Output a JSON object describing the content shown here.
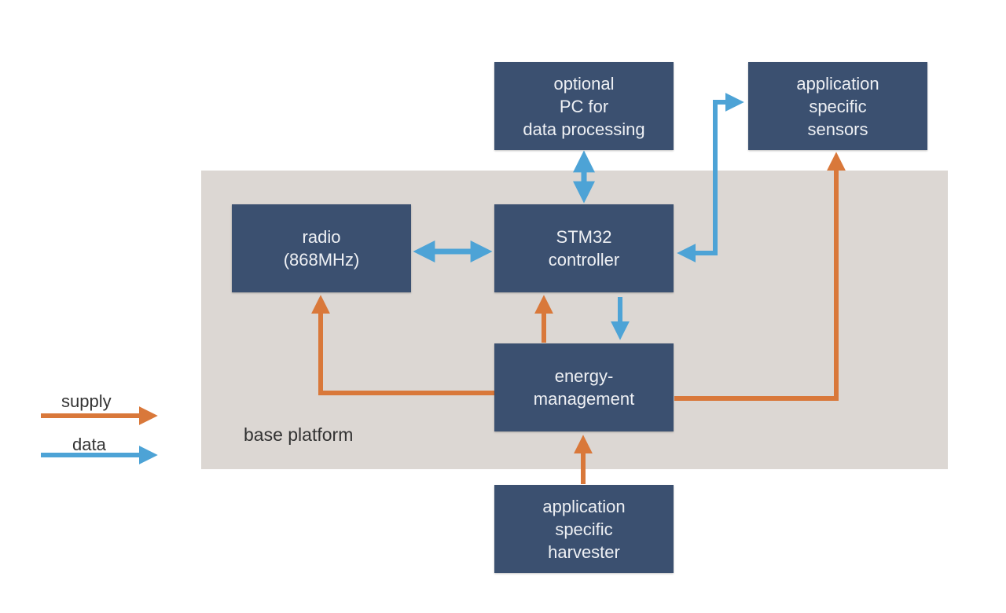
{
  "colors": {
    "supply": "#d9783a",
    "data": "#4da3d6",
    "box": "#3b5070",
    "platform": "#dcd7d3"
  },
  "platform": {
    "label": "base platform"
  },
  "blocks": {
    "pc": {
      "lines": [
        "optional",
        "PC for",
        "data processing"
      ]
    },
    "sensors": {
      "lines": [
        "application",
        "specific",
        "sensors"
      ]
    },
    "radio": {
      "lines": [
        "radio",
        "(868MHz)"
      ]
    },
    "controller": {
      "lines": [
        "STM32",
        "controller"
      ]
    },
    "energy": {
      "lines": [
        "energy-",
        "management"
      ]
    },
    "harvester": {
      "lines": [
        "application",
        "specific",
        "harvester"
      ]
    }
  },
  "legend": {
    "supply": "supply",
    "data": "data"
  },
  "connections": [
    {
      "from": "controller",
      "to": "pc",
      "type": "data",
      "direction": "bidirectional"
    },
    {
      "from": "controller",
      "to": "sensors",
      "type": "data",
      "direction": "bidirectional"
    },
    {
      "from": "radio",
      "to": "controller",
      "type": "data",
      "direction": "bidirectional"
    },
    {
      "from": "controller",
      "to": "energy",
      "type": "data",
      "direction": "forward"
    },
    {
      "from": "energy",
      "to": "controller",
      "type": "supply",
      "direction": "forward"
    },
    {
      "from": "energy",
      "to": "radio",
      "type": "supply",
      "direction": "forward"
    },
    {
      "from": "energy",
      "to": "sensors",
      "type": "supply",
      "direction": "forward"
    },
    {
      "from": "harvester",
      "to": "energy",
      "type": "supply",
      "direction": "forward"
    }
  ]
}
